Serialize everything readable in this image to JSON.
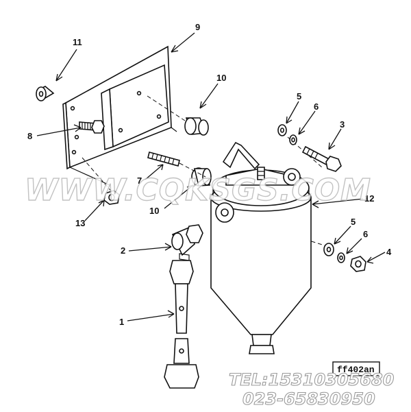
{
  "diagram": {
    "callouts": {
      "c1": "1",
      "c2": "2",
      "c3": "3",
      "c4": "4",
      "c5a": "5",
      "c5b": "5",
      "c6a": "6",
      "c6b": "6",
      "c7": "7",
      "c8": "8",
      "c9": "9",
      "c10a": "10",
      "c10b": "10",
      "c11": "11",
      "c12": "12",
      "c13": "13"
    },
    "figure_code": "ff402an"
  },
  "watermark": {
    "site": "WWW.CQKSGS.COM",
    "tel": "TEL:15310305680",
    "phone": "023-65830950"
  }
}
